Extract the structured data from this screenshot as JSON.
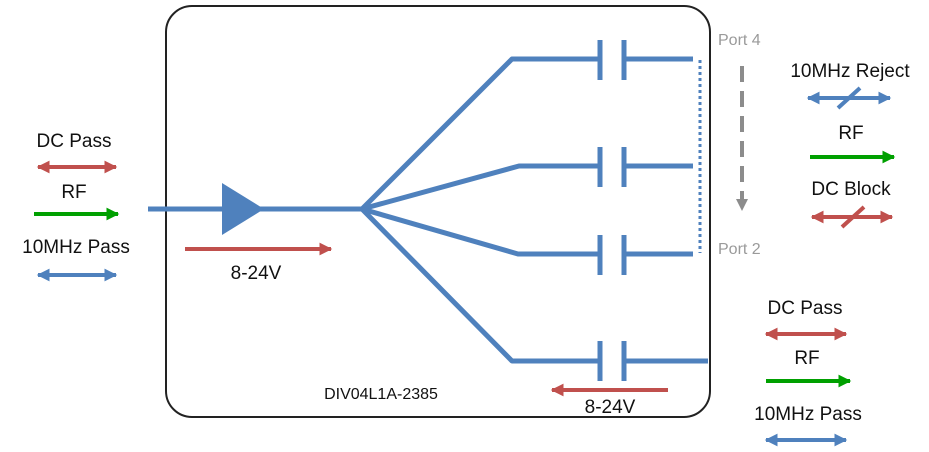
{
  "colors": {
    "line": "#4f81bd",
    "dc": "#c0504d",
    "rf": "#00a000",
    "port_label": "#9a9a9a",
    "box_border": "#222222"
  },
  "device": {
    "model": "DIV04L1A-2385"
  },
  "ports": {
    "top": "Port 4",
    "bottom": "Port 2"
  },
  "input_side": {
    "dc_label": "DC Pass",
    "rf_label": "RF",
    "ref_label": "10MHz Pass"
  },
  "power_in": {
    "label": "8-24V"
  },
  "output_upper": {
    "ref_label": "10MHz Reject",
    "rf_label": "RF",
    "dc_label": "DC Block"
  },
  "output_lower": {
    "dc_label": "DC Pass",
    "rf_label": "RF",
    "ref_label": "10MHz Pass",
    "power_label": "8-24V"
  }
}
